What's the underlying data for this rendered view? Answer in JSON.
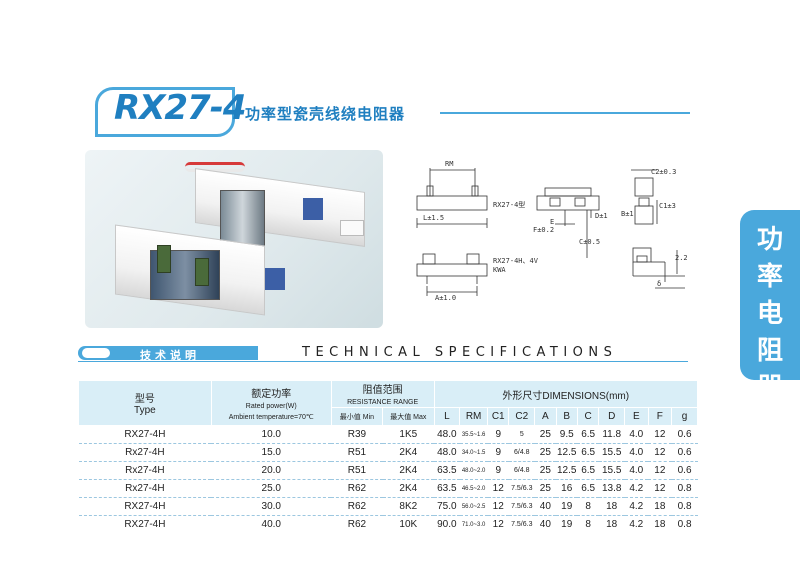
{
  "header": {
    "model": "RX27-4",
    "subtitle": "功率型瓷壳线绕电阻器"
  },
  "side_tab": {
    "lines": [
      "功",
      "率",
      "电",
      "阻",
      "器"
    ]
  },
  "drawing": {
    "rm_label": "RM",
    "type1": "RX27-4型",
    "l_tol": "L±1.5",
    "type2": "RX27-4H、4V",
    "type2_sub": "KWA",
    "a_tol": "A±1.0",
    "e_label": "E",
    "f_tol": "F±0.2",
    "c_tol": "C±0.5",
    "d_tol": "D±1",
    "c2_tol": "C2±0.3",
    "b_tol": "B±1",
    "c1_tol": "C1±3",
    "dim_22": "2.2",
    "delta": "δ"
  },
  "specs_header": {
    "cn": "技术说明",
    "en": "TECHNICAL SPECIFICATIONS"
  },
  "table": {
    "h_type_cn": "型号",
    "h_type_en": "Type",
    "h_power_cn": "额定功率",
    "h_power_en1": "Rated power(W)",
    "h_power_en2": "Ambient temperature=70℃",
    "h_range_cn": "阻值范围",
    "h_range_en": "RESISTANCE RANGE",
    "h_min": "最小值 Min",
    "h_max": "最大值 Max",
    "h_dim": "外形尺寸DIMENSIONS(mm)",
    "dim_cols": [
      "L",
      "RM",
      "C1",
      "C2",
      "A",
      "B",
      "C",
      "D",
      "E",
      "F",
      "g"
    ],
    "rows": [
      {
        "type": "RX27-4H",
        "power": "10.0",
        "min": "R39",
        "max": "1K5",
        "L": "48.0",
        "RM": "35.5~1.6",
        "C1": "9",
        "C2": "5",
        "A": "25",
        "B": "9.5",
        "C": "6.5",
        "D": "11.8",
        "E": "4.0",
        "F": "12",
        "g": "0.6"
      },
      {
        "type": "Rx27-4H",
        "power": "15.0",
        "min": "R51",
        "max": "2K4",
        "L": "48.0",
        "RM": "34.0~1.5",
        "C1": "9",
        "C2": "6/4.8",
        "A": "25",
        "B": "12.5",
        "C": "6.5",
        "D": "15.5",
        "E": "4.0",
        "F": "12",
        "g": "0.6"
      },
      {
        "type": "Rx27-4H",
        "power": "20.0",
        "min": "R51",
        "max": "2K4",
        "L": "63.5",
        "RM": "48.0~2.0",
        "C1": "9",
        "C2": "6/4.8",
        "A": "25",
        "B": "12.5",
        "C": "6.5",
        "D": "15.5",
        "E": "4.0",
        "F": "12",
        "g": "0.6"
      },
      {
        "type": "Rx27-4H",
        "power": "25.0",
        "min": "R62",
        "max": "2K4",
        "L": "63.5",
        "RM": "46.5~2.0",
        "C1": "12",
        "C2": "7.5/6.3",
        "A": "25",
        "B": "16",
        "C": "6.5",
        "D": "13.8",
        "E": "4.2",
        "F": "12",
        "g": "0.8"
      },
      {
        "type": "RX27-4H",
        "power": "30.0",
        "min": "R62",
        "max": "8K2",
        "L": "75.0",
        "RM": "56.0~2.5",
        "C1": "12",
        "C2": "7.5/6.3",
        "A": "40",
        "B": "19",
        "C": "8",
        "D": "18",
        "E": "4.2",
        "F": "18",
        "g": "0.8"
      },
      {
        "type": "RX27-4H",
        "power": "40.0",
        "min": "R62",
        "max": "10K",
        "L": "90.0",
        "RM": "71.0~3.0",
        "C1": "12",
        "C2": "7.5/6.3",
        "A": "40",
        "B": "19",
        "C": "8",
        "D": "18",
        "E": "4.2",
        "F": "18",
        "g": "0.8"
      }
    ]
  }
}
